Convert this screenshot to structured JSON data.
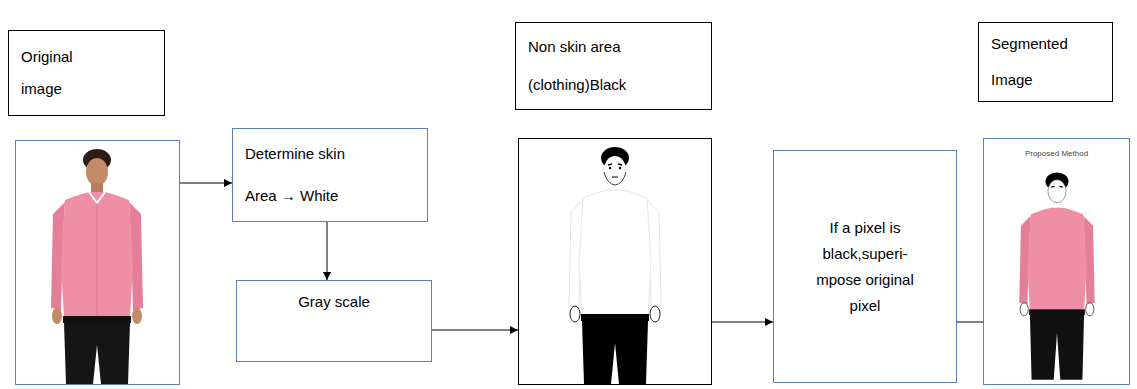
{
  "diagram": {
    "nodes": [
      {
        "text": [
          "Original image"
        ]
      },
      {
        "text": []
      },
      {
        "text": [
          "Determine skin Area → White"
        ]
      },
      {
        "text": [
          "Gray scale"
        ]
      },
      {
        "text": [
          "Non skin area (clothing)Black"
        ]
      },
      {
        "text": []
      },
      {
        "text": [
          "If a pixel is black,superi-mpose original pixel"
        ]
      },
      {
        "text": [
          "Segmented Image"
        ]
      },
      {
        "text": [
          "Proposed Method"
        ]
      }
    ],
    "edges": [
      {
        "from": 1,
        "to": 2,
        "arrow": "to"
      },
      {
        "from": 2,
        "to": 3,
        "arrow": "to"
      },
      {
        "from": 3,
        "to": 5,
        "arrow": "to"
      },
      {
        "from": 5,
        "to": 6,
        "arrow": "to"
      },
      {
        "from": 6,
        "to": 8,
        "arrow": "none"
      }
    ]
  }
}
